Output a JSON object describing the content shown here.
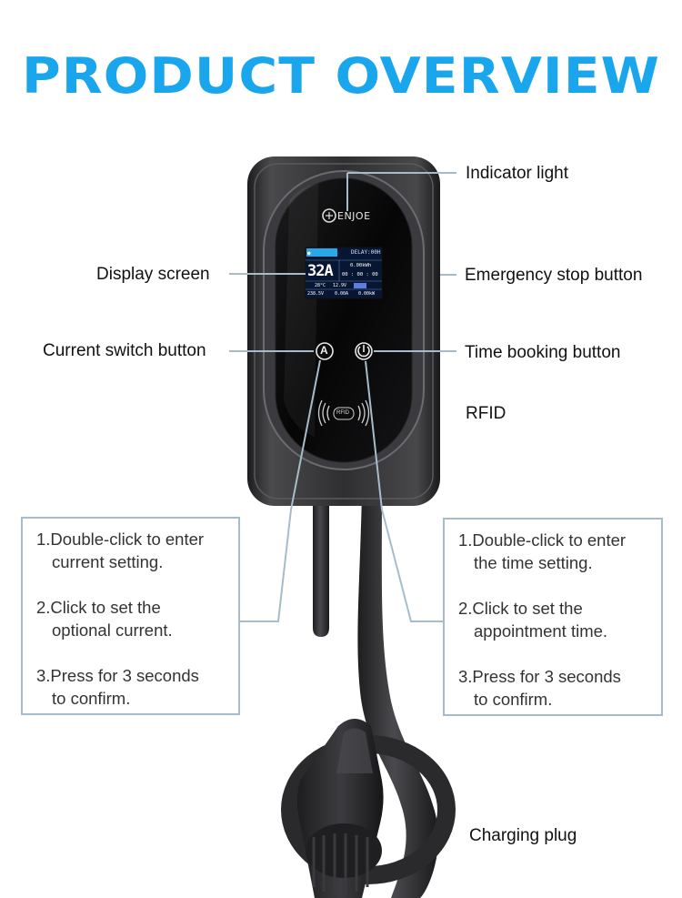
{
  "title": "PRODUCT OVERVIEW",
  "brand": "ENJOE",
  "labels": {
    "indicator_light": "Indicator light",
    "display_screen": "Display screen",
    "emergency_stop": "Emergency stop button",
    "current_switch": "Current switch button",
    "time_booking": "Time booking button",
    "rfid": "RFID",
    "charging_plug": "Charging plug"
  },
  "screen": {
    "current": "32A",
    "delay": "DELAY:00H",
    "energy": "0.00kWh",
    "timer": "00 : 00 : 00",
    "temp": "28°C",
    "volt12": "12.9V",
    "voltage": "238.5V",
    "amps": "0.00A",
    "power": "0.00kW"
  },
  "rfid_badge": "RFID",
  "button_a_glyph": "A",
  "current_box": {
    "step1_a": "1.Double-click to enter",
    "step1_b": "current setting.",
    "step2_a": "2.Click to set the",
    "step2_b": "optional current.",
    "step3_a": "3.Press for 3 seconds",
    "step3_b": "to confirm."
  },
  "time_box": {
    "step1_a": "1.Double-click to enter",
    "step1_b": "the time setting.",
    "step2_a": "2.Click to set the",
    "step2_b": "appointment time.",
    "step3_a": "3.Press for 3 seconds",
    "step3_b": "to confirm."
  },
  "colors": {
    "title": "#1aa6ec",
    "callout_line": "#a7bccb",
    "housing": "#2b2b2d",
    "screen_bg": "#0a1a3a"
  }
}
